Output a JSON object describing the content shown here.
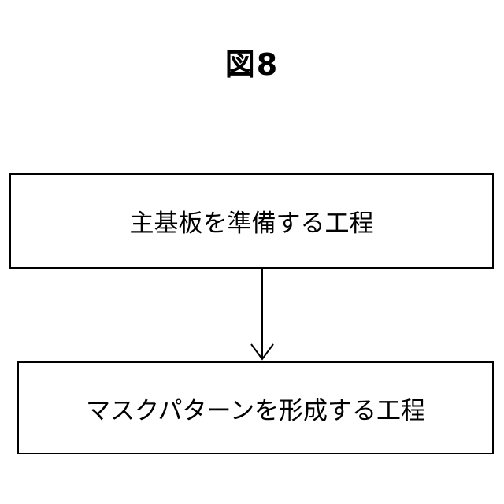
{
  "figure": {
    "title": "図8"
  },
  "steps": [
    {
      "label": "主基板を準備する工程"
    },
    {
      "label": "マスクパターンを形成する工程"
    }
  ]
}
